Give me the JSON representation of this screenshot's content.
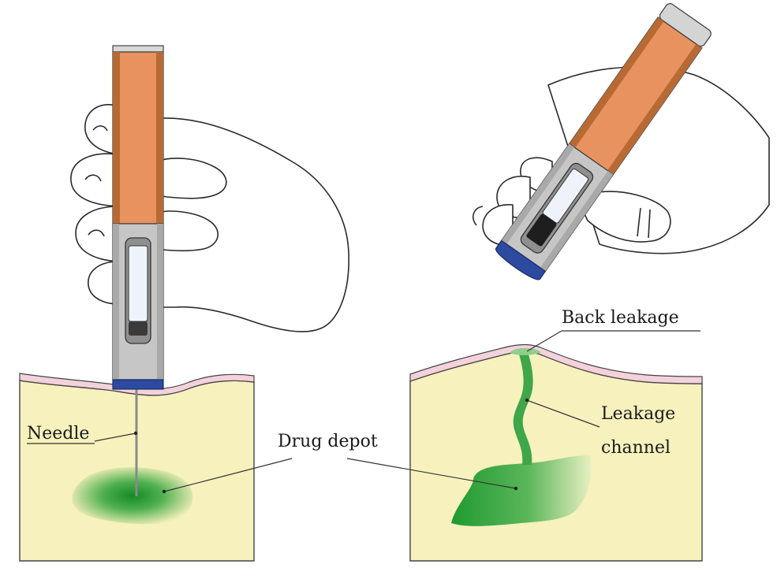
{
  "labels": {
    "needle": "Needle",
    "drug_depot": "Drug depot",
    "back_leakage": "Back leakage",
    "leakage_channel_line1": "Leakage",
    "leakage_channel_line2": "channel"
  },
  "colors": {
    "skin_tissue": "#f7f1bd",
    "skin_layer": "#f3d2dc",
    "pen_body": "#e8925f",
    "pen_edge": "#b86a35",
    "pen_housing": "#c3c3c3",
    "pen_tip": "#2c4aa0",
    "drug": "#2e9a3a",
    "drug_light": "#b6dcb2"
  }
}
